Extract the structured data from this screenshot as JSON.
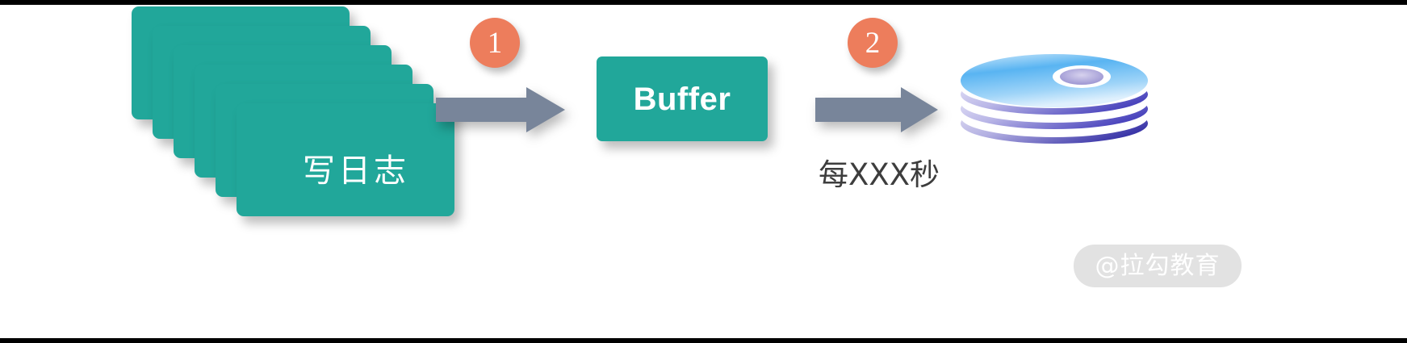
{
  "diagram": {
    "log_stack": {
      "label": "写日志",
      "card_count": 6,
      "color": "#21a79a"
    },
    "steps": [
      {
        "number": "1",
        "color": "#ed7d5c"
      },
      {
        "number": "2",
        "color": "#ed7d5c"
      }
    ],
    "arrows": [
      {
        "name": "arrow-logs-to-buffer",
        "color": "#78859a"
      },
      {
        "name": "arrow-buffer-to-database",
        "color": "#78859a"
      }
    ],
    "buffer": {
      "label": "Buffer",
      "color": "#21a79a"
    },
    "database": {
      "icon": "database-disc-stack",
      "top_color": "#5bb7f5",
      "disc_color": "#b0aee0"
    },
    "interval_caption": "每XXX秒"
  },
  "watermark": {
    "text": "@拉勾教育",
    "background": "#e2e2e2",
    "text_color": "#ffffff"
  }
}
